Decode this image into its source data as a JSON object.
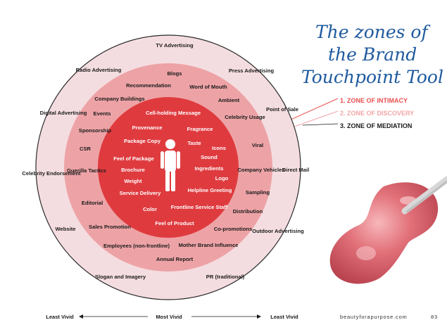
{
  "title": {
    "line1": "The zones of",
    "line2": "the Brand",
    "line3": "Touchpoint Tool"
  },
  "zones": [
    {
      "label": "1. ZONE OF INTIMACY",
      "color": "#e84f4f"
    },
    {
      "label": "2. ZONE OF DISCOVERY",
      "color": "#f2a5a5"
    },
    {
      "label": "3. ZONE OF MEDIATION",
      "color": "#1a1a1a"
    }
  ],
  "colors": {
    "outer_ring": "#f4dde0",
    "middle_ring": "#eda3a6",
    "inner_ring": "#e9585b",
    "core": "#df3b3f",
    "title": "#1f5a9e"
  },
  "intimacy": {
    "cell_holding_message": "Cell-holding Message",
    "provenance": "Provenance",
    "fragrance": "Fragrance",
    "package_copy": "Package Copy",
    "taste": "Taste",
    "icons": "Icons",
    "feel_of_package": "Feel of Package",
    "sound": "Sound",
    "brochure": "Brochure",
    "ingredients": "Ingredients",
    "weight": "Weight",
    "logo": "Logo",
    "helpline_greeting": "Helpline Greeting",
    "service_delivery": "Service Delivery",
    "frontline_service_staff": "Frontline Service Staff",
    "color": "Color",
    "feel_of_product": "Feel of Product"
  },
  "discovery": {
    "blogs": "Blogs",
    "recommendation": "Recommendation",
    "word_of_mouth": "Word of Mouth",
    "company_buildings": "Company Buildings",
    "ambient": "Ambient",
    "events": "Events",
    "celebrity_usage": "Celebrity Usage",
    "sponsorship": "Sponsorship",
    "csr": "CSR",
    "viral": "Viral",
    "guerilla_tactics": "Guerilla Tactics",
    "company_vehicles": "Company Vehicles",
    "editorial": "Editorial",
    "sampling": "Sampling",
    "distribution": "Distribution",
    "sales_promotion": "Sales Promotion",
    "co_promotions": "Co-promotions",
    "employees_non_frontline": "Employees (non-frontline)",
    "mother_brand_influence": "Mother Brand Influence",
    "annual_report": "Annual Report"
  },
  "mediation": {
    "tv_advertising": "TV Advertising",
    "radio_advertising": "Radio Advertising",
    "press_advertising": "Press Advertising",
    "digital_advertising": "Digital Advertising",
    "point_of_sale": "Point of Sale",
    "celebrity_endorsement": "Celebrity Endorsement",
    "direct_mail": "Direct Mail",
    "website": "Website",
    "outdoor_advertising": "Outdoor Advertising",
    "slogan_and_imagery": "Slogan and Imagery",
    "pr_traditional": "PR (traditional)"
  },
  "axis": {
    "left": "Least Vivid",
    "center": "Most Vivid",
    "right": "Least Vivid"
  },
  "footer": {
    "site": "beautyforapurpose.com",
    "page": "83"
  }
}
